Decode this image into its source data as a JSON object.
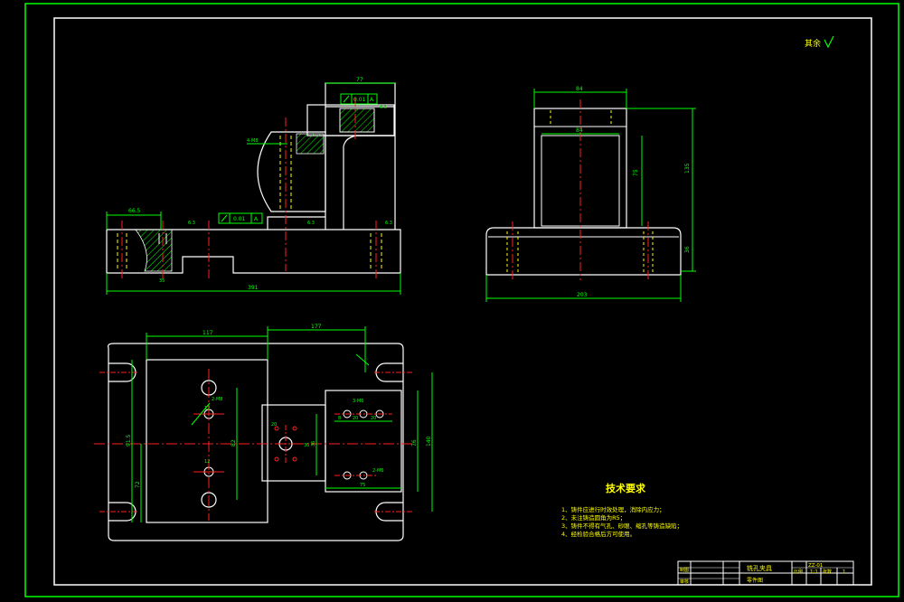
{
  "colors": {
    "background": "#000000",
    "outline": "#ffffff",
    "dimension": "#00ff00",
    "centerline": "#ff2020",
    "hatch": "#00ff00"
  },
  "roughness_note": {
    "text": "其余",
    "check_icon": "check-icon"
  },
  "front_view": {
    "dim_top": "77",
    "dim_left": "66.5",
    "dim_bottom": "391",
    "datum_label": "A",
    "parallel_tol_top": "0.01",
    "parallel_tol_mid": "0.01",
    "thread_callout": "4-M8",
    "roughness_marks": [
      "6.3",
      "6.3",
      "6.3",
      "6.3"
    ],
    "section_mark": "35"
  },
  "side_view": {
    "dim_top": "84",
    "dim_inner": "84",
    "dim_right_h1": "75",
    "dim_right_h2": "135",
    "dim_base_h": "36",
    "dim_bottom": "203"
  },
  "top_view": {
    "dim_top_a": "117",
    "dim_top_b": "177",
    "dim_left": "91.5",
    "dim_left_small": "72",
    "dim_mid_v": "82",
    "dim_small_h1": "12",
    "dim_small_h2": "12",
    "dim_boss": "20",
    "dim_boss_w": "30",
    "dim_right_a": "36",
    "dim_right_b": "140",
    "dim_right_c": "76",
    "dim_row": [
      "8",
      "20",
      "20"
    ],
    "dim_bottom_box": "75",
    "callout_a": "2-M8",
    "callout_b": "3-M6",
    "callout_c": "2-M6"
  },
  "tech_requirements": {
    "title": "技术要求",
    "items": [
      "1、铸件应进行时效处理，消除内应力；",
      "2、未注铸造圆角为R5；",
      "3、铸件不得有气孔、砂眼、缩孔等铸造缺陷；",
      "4、经检验合格后方可使用。"
    ]
  },
  "title_block": {
    "part_name": "铣孔夹具",
    "drawing_no": "ZZ-01",
    "scale_label": "比例",
    "scale": "1:1",
    "sheet_label": "张数",
    "sheet": "1",
    "row_labels": [
      "制图",
      "审核"
    ],
    "subtitle": "零件图"
  }
}
